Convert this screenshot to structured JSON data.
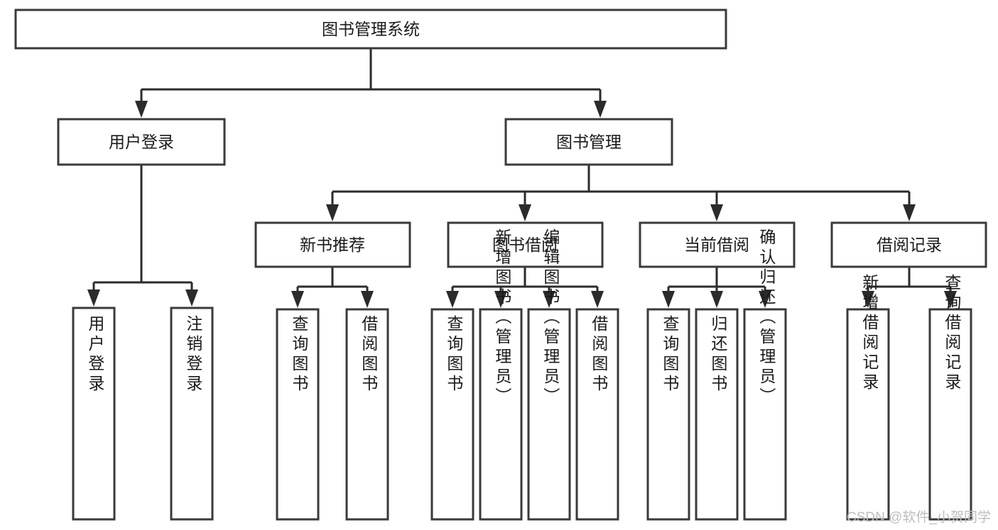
{
  "diagram": {
    "type": "tree-hierarchy-chart",
    "title_node": "图书管理系统",
    "watermark": "CSDN @软件_小贺同学",
    "colors": {
      "box_stroke": "#3a3a3a",
      "box_fill": "#ffffff",
      "connector": "#2b2b2b",
      "text": "#1a1a1a",
      "watermark": "#bdbdbd",
      "background": "#ffffff"
    },
    "root": {
      "label": "图书管理系统"
    },
    "level1": [
      {
        "label": "用户登录"
      },
      {
        "label": "图书管理"
      }
    ],
    "level2": [
      {
        "label": "新书推荐"
      },
      {
        "label": "图书借阅"
      },
      {
        "label": "当前借阅"
      },
      {
        "label": "借阅记录"
      }
    ],
    "leaves": {
      "user_login": [
        {
          "label": "用户登录"
        },
        {
          "label": "注销登录"
        }
      ],
      "new_book_recommend": [
        {
          "label": "查询图书"
        },
        {
          "label": "借阅图书"
        }
      ],
      "book_borrow": [
        {
          "label": "查询图书"
        },
        {
          "label": "新增图书（管理员）"
        },
        {
          "label": "编辑图书（管理员）"
        },
        {
          "label": "借阅图书"
        }
      ],
      "current_borrow": [
        {
          "label": "查询图书"
        },
        {
          "label": "归还图书"
        },
        {
          "label": "确认归还（管理员）"
        }
      ],
      "borrow_records": [
        {
          "label": "新增借阅记录"
        },
        {
          "label": "查询借阅记录"
        }
      ]
    }
  }
}
